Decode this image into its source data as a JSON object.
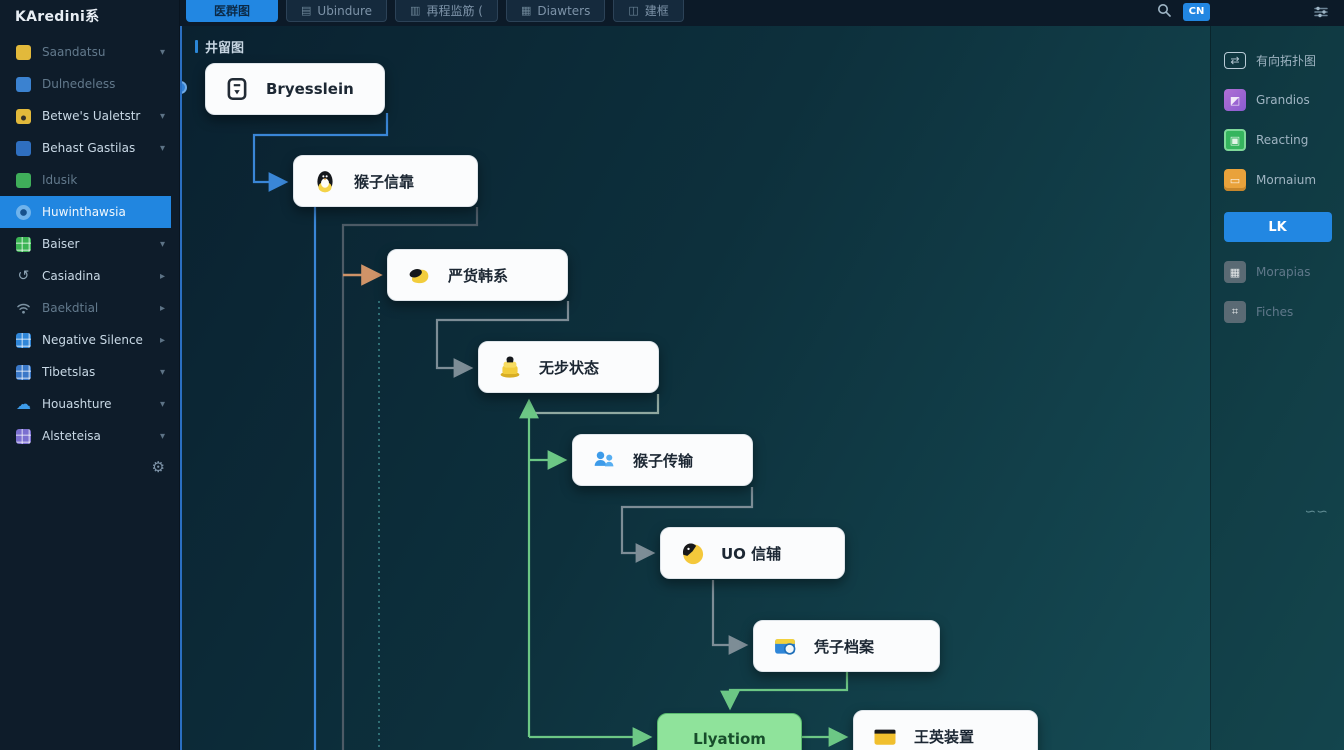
{
  "app": {
    "title": "KAredini系"
  },
  "colors": {
    "accent": "#2287e2",
    "sidebar_bg": "#0e1c2a",
    "canvas_top": "#0a2130",
    "canvas_bottom": "#175058",
    "node_bg": "#fbfcfd",
    "green_node_bg": "#8fe39b",
    "edge_blue": "#3a86d6",
    "edge_orange": "#cf9368",
    "edge_gray": "#7d8d96",
    "edge_green": "#6cc785",
    "edge_dark": "#4d5b66",
    "edge_teal_dotted": "#2f6e74"
  },
  "sidebar": {
    "items": [
      {
        "label": "Saandatsu",
        "icon": "folder-yellow-icon",
        "chevron": "down",
        "dim": true
      },
      {
        "label": "Dulnedeless",
        "icon": "doc-blue-icon",
        "chevron": "",
        "dim": true
      },
      {
        "label": "Betwe's Ualetstr",
        "icon": "lock-yellow-icon",
        "chevron": "down",
        "dim": false
      },
      {
        "label": "Behast Gastilas",
        "icon": "doc-blue-icon",
        "chevron": "down",
        "dim": false
      },
      {
        "label": "Idusik",
        "icon": "folder-green-icon",
        "chevron": "",
        "dim": true
      },
      {
        "label": "Huwinthawsia",
        "icon": "gear-blue-icon",
        "chevron": "",
        "active": true
      },
      {
        "label": "Baiser",
        "icon": "grid-green-icon",
        "chevron": "down",
        "dim": false
      },
      {
        "label": "Casiadina",
        "icon": "refresh-icon",
        "chevron": "right",
        "dim": false
      },
      {
        "label": "Baekdtial",
        "icon": "wifi-icon",
        "chevron": "right",
        "dim": true
      },
      {
        "label": "Negative Silence",
        "icon": "grid-blue-icon",
        "chevron": "right",
        "dim": false
      },
      {
        "label": "Tibetslas",
        "icon": "grid-blue-icon",
        "chevron": "down",
        "dim": false
      },
      {
        "label": "Houashture",
        "icon": "cloud-blue-icon",
        "chevron": "down",
        "dim": false
      },
      {
        "label": "Alsteteisa",
        "icon": "grid-purple-icon",
        "chevron": "down",
        "dim": false
      }
    ]
  },
  "toolbar": {
    "tabs": [
      {
        "label": "医群图",
        "active": true
      },
      {
        "label": "Ubindure",
        "icon": "book-icon"
      },
      {
        "label": "再程监筋 (",
        "icon": ""
      },
      {
        "label": "Diawters",
        "icon": "grid-icon"
      },
      {
        "label": "建框",
        "icon": "panel-icon"
      }
    ],
    "lang_button": "CN"
  },
  "canvas": {
    "section_label": "井留图",
    "nodes": [
      {
        "label": "Bryesslein",
        "icon": "document-lock-icon"
      },
      {
        "label": "猴子信靠",
        "icon": "penguin-icon"
      },
      {
        "label": "严货韩系",
        "icon": "bird-yellow-icon"
      },
      {
        "label": "无步状态",
        "icon": "stack-yellow-icon"
      },
      {
        "label": "猴子传输",
        "icon": "blue-figures-icon"
      },
      {
        "label": "UO 信辅",
        "icon": "pycharm-icon"
      },
      {
        "label": "凭子档案",
        "icon": "card-blue-icon"
      },
      {
        "label": "Llyatiom",
        "icon": ""
      },
      {
        "label": "王英装置",
        "icon": "folder-dark-icon"
      }
    ],
    "edges": [
      {
        "from": "Bryesslein",
        "to": "猴子信靠",
        "color": "#3a86d6",
        "style": "solid"
      },
      {
        "from": "猴子信靠",
        "to": "canvas-bottom",
        "color": "#4d5b66",
        "style": "solid"
      },
      {
        "from": "猴子信靠",
        "to": "canvas-bottom",
        "color": "#3a86d6",
        "style": "solid"
      },
      {
        "from": "猴子信靠",
        "to": "严货韩系",
        "color": "#cf9368",
        "style": "solid"
      },
      {
        "from": "严货韩系",
        "to": "canvas-bottom",
        "color": "#2f6e74",
        "style": "dotted"
      },
      {
        "from": "严货韩系",
        "to": "无步状态",
        "color": "#7d8d96",
        "style": "solid"
      },
      {
        "from": "无步状态",
        "to": "green-bus",
        "color": "#8fa8a0",
        "style": "solid"
      },
      {
        "from": "green-bus",
        "to": "无步状态",
        "color": "#6cc785",
        "style": "solid"
      },
      {
        "from": "green-bus",
        "to": "猴子传输",
        "color": "#6cc785",
        "style": "solid"
      },
      {
        "from": "猴子传输",
        "to": "UO 信辅",
        "color": "#7d8d96",
        "style": "solid"
      },
      {
        "from": "UO 信辅",
        "to": "凭子档案",
        "color": "#7d8d96",
        "style": "solid"
      },
      {
        "from": "凭子档案",
        "to": "Llyatiom",
        "color": "#6cc785",
        "style": "solid"
      },
      {
        "from": "green-bus",
        "to": "Llyatiom",
        "color": "#6cc785",
        "style": "solid"
      },
      {
        "from": "Llyatiom",
        "to": "王英装置",
        "color": "#6cc785",
        "style": "solid"
      }
    ]
  },
  "right_panel": {
    "items": [
      {
        "label": "有向拓扑图",
        "icon": "topology-card-icon",
        "dim": false
      },
      {
        "label": "Grandios",
        "icon": "purple-block-icon",
        "dim": false
      },
      {
        "label": "Reacting",
        "icon": "green-block-icon",
        "dim": false
      },
      {
        "label": "Mornaium",
        "icon": "orange-block-icon",
        "dim": false
      },
      {
        "label": "Morapias",
        "icon": "gray-block-icon",
        "dim": true
      },
      {
        "label": "Fiches",
        "icon": "gray-chart-icon",
        "dim": true
      }
    ],
    "primary_button": "LK"
  }
}
